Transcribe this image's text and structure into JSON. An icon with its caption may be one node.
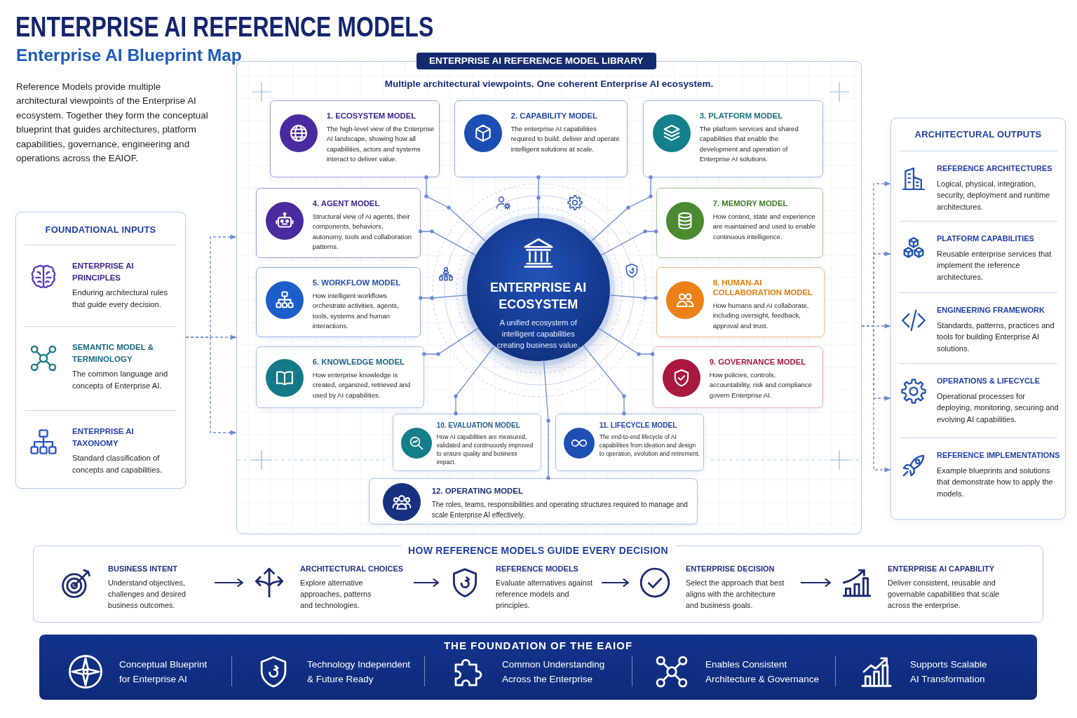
{
  "diagram": {
    "title": "ENTERPRISE AI REFERENCE MODELS",
    "nodes": [
      {
        "text": [
          "FOUNDATIONAL INPUTS"
        ]
      },
      {
        "text": [
          "ENTERPRISE AI PRINCIPLES",
          "Enduring architectural rules that guide every decision."
        ],
        "in": 0
      },
      {
        "text": [
          "SEMANTIC MODEL & TERMINOLOGY",
          "The common language and concepts of Enterprise AI."
        ],
        "in": 0
      },
      {
        "text": [
          "ENTERPRISE AI TAXONOMY",
          "Standard classification of concepts and capabilities."
        ],
        "in": 0
      },
      {
        "text": [
          "ENTERPRISE AI REFERENCE MODEL LIBRARY",
          "Multiple architectural viewpoints. One coherent Enterprise AI ecosystem."
        ]
      },
      {
        "text": [
          "1. ECOSYSTEM MODEL",
          "The high-level view of the Enterprise AI landscape, showing how all capabilities, actors and systems interact to deliver value."
        ],
        "in": 4
      },
      {
        "text": [
          "2. CAPABILITY MODEL",
          "The enterprise AI capabilities required to build, deliver and operate intelligent solutions at scale."
        ],
        "in": 4
      },
      {
        "text": [
          "3. PLATFORM MODEL",
          "The platform services and shared capabilities that enable the development and operation of Enterprise AI solutions."
        ],
        "in": 4
      },
      {
        "text": [
          "4. AGENT MODEL",
          "Structural view of AI agents, their components, behaviors, autonomy, tools and collaboration patterns."
        ],
        "in": 4
      },
      {
        "text": [
          "7. MEMORY MODEL",
          "How context, state and experience are maintained and used to enable continuous intelligence."
        ],
        "in": 4
      },
      {
        "text": [
          "ENTERPRISE AI ECOSYSTEM",
          "A unified ecosystem of intelligent capabilities creating business value."
        ],
        "in": 4
      },
      {
        "text": [
          "5. WORKFLOW MODEL",
          "How intelligent workflows orchestrate activities, agents, tools, systems and human interactions."
        ],
        "in": 4
      },
      {
        "text": [
          "8. HUMAN-AI COLLABORATION MODEL",
          "How humans and AI collaborate, including oversight, feedback, approval and trust."
        ],
        "in": 4
      },
      {
        "text": [
          "6. KNOWLEDGE MODEL",
          "How enterprise knowledge is created, organized, retrieved and used by AI capabilities."
        ],
        "in": 4
      },
      {
        "text": [
          "9. GOVERNANCE MODEL",
          "How policies, controls, accountability, risk and compliance govern Enterprise AI."
        ],
        "in": 4
      },
      {
        "text": [
          "10. EVALUATION MODEL",
          "How AI capabilities are measured, validated and continuously improved to ensure quality and business impact."
        ],
        "in": 4
      },
      {
        "text": [
          "11. LIFECYCLE MODEL",
          "The end-to-end lifecycle of AI capabilities from ideation and design to operation, evolution and retirement."
        ],
        "in": 4
      },
      {
        "text": [
          "12. OPERATING MODEL",
          "The roles, teams, responsibilities and operating structures required to manage and scale Enterprise AI effectively."
        ],
        "in": 4
      },
      {
        "text": [
          "ARCHITECTURAL OUTPUTS"
        ]
      },
      {
        "text": [
          "REFERENCE ARCHITECTURES",
          "Logical, physical, integration, security, deployment and runtime architectures."
        ],
        "in": 18
      },
      {
        "text": [
          "PLATFORM CAPABILITIES",
          "Reusable enterprise services that implement the reference architectures."
        ],
        "in": 18
      },
      {
        "text": [
          "ENGINEERING FRAMEWORK",
          "Standards, patterns, practices and tools for building Enterprise AI solutions."
        ],
        "in": 18
      },
      {
        "text": [
          "OPERATIONS & LIFECYCLE",
          "Operational processes for deploying, monitoring, securing and evolving AI capabilities."
        ],
        "in": 18
      },
      {
        "text": [
          "REFERENCE IMPLEMENTATIONS",
          "Example blueprints and solutions that demonstrate how to apply the models."
        ],
        "in": 18
      },
      {
        "text": [
          "HOW REFERENCE MODELS GUIDE EVERY DECISION"
        ]
      },
      {
        "text": [
          "BUSINESS INTENT",
          "Understand objectives, challenges and desired business outcomes."
        ],
        "in": 24
      },
      {
        "text": [
          "ARCHITECTURAL CHOICES",
          "Explore alternative approaches, patterns and technologies."
        ],
        "in": 24
      },
      {
        "text": [
          "REFERENCE MODELS",
          "Evaluate alternatives against reference models and principles."
        ],
        "in": 24
      },
      {
        "text": [
          "ENTERPRISE DECISION",
          "Select the approach that best aligns with the architecture and business goals."
        ],
        "in": 24
      },
      {
        "text": [
          "ENTERPRISE AI CAPABILITY",
          "Deliver consistent, reusable and governable capabilities that scale across the enterprise."
        ],
        "in": 24
      },
      {
        "text": [
          "THE FOUNDATION OF THE EAIOF"
        ]
      },
      {
        "text": [
          "Conceptual Blueprint for Enterprise AI"
        ],
        "in": 30
      },
      {
        "text": [
          "Technology Independent & Future Ready"
        ],
        "in": 30
      },
      {
        "text": [
          "Common Understanding Across the Enterprise"
        ],
        "in": 30
      },
      {
        "text": [
          "Enables Consistent Architecture & Governance"
        ],
        "in": 30
      },
      {
        "text": [
          "Supports Scalable AI Transformation"
        ],
        "in": 30
      }
    ],
    "edges": [
      {
        "from": 0,
        "to": 4,
        "arrow": "to",
        "style": "dashed"
      },
      {
        "from": 0,
        "to": 4,
        "arrow": "to",
        "style": "dashed"
      },
      {
        "from": 0,
        "to": 4,
        "arrow": "to",
        "style": "dashed"
      },
      {
        "from": 4,
        "to": 19,
        "arrow": "to",
        "style": "dashed"
      },
      {
        "from": 4,
        "to": 20,
        "arrow": "to",
        "style": "dashed"
      },
      {
        "from": 4,
        "to": 21,
        "arrow": "to",
        "style": "dashed"
      },
      {
        "from": 4,
        "to": 22,
        "arrow": "to",
        "style": "dashed"
      },
      {
        "from": 4,
        "to": 23,
        "arrow": "to",
        "style": "dashed"
      },
      {
        "from": 5,
        "to": 10,
        "arrow": "other"
      },
      {
        "from": 6,
        "to": 10,
        "arrow": "other"
      },
      {
        "from": 7,
        "to": 10,
        "arrow": "other"
      },
      {
        "from": 8,
        "to": 10,
        "arrow": "other"
      },
      {
        "from": 9,
        "to": 10,
        "arrow": "other"
      },
      {
        "from": 11,
        "to": 10,
        "arrow": "other"
      },
      {
        "from": 12,
        "to": 10,
        "arrow": "other"
      },
      {
        "from": 13,
        "to": 10,
        "arrow": "other"
      },
      {
        "from": 14,
        "to": 10,
        "arrow": "other"
      },
      {
        "from": 15,
        "to": 10,
        "arrow": "other"
      },
      {
        "from": 16,
        "to": 10,
        "arrow": "other"
      },
      {
        "from": 17,
        "to": 10,
        "arrow": "other"
      },
      {
        "from": 25,
        "to": 26,
        "arrow": "to",
        "color": "#1b2a6e"
      },
      {
        "from": 26,
        "to": 27,
        "arrow": "to",
        "color": "#1b2a6e"
      },
      {
        "from": 27,
        "to": 28,
        "arrow": "to",
        "color": "#1b2a6e"
      },
      {
        "from": 28,
        "to": 29,
        "arrow": "to",
        "color": "#1b2a6e"
      }
    ],
    "labels": [
      "Enterprise AI Blueprint Map",
      "Reference Models provide multiple architectural viewpoints of the Enterprise AI ecosystem. Together they form the conceptual blueprint that guides architectures, platform capabilities, governance, engineering and operations across the EAIOF."
    ]
  }
}
